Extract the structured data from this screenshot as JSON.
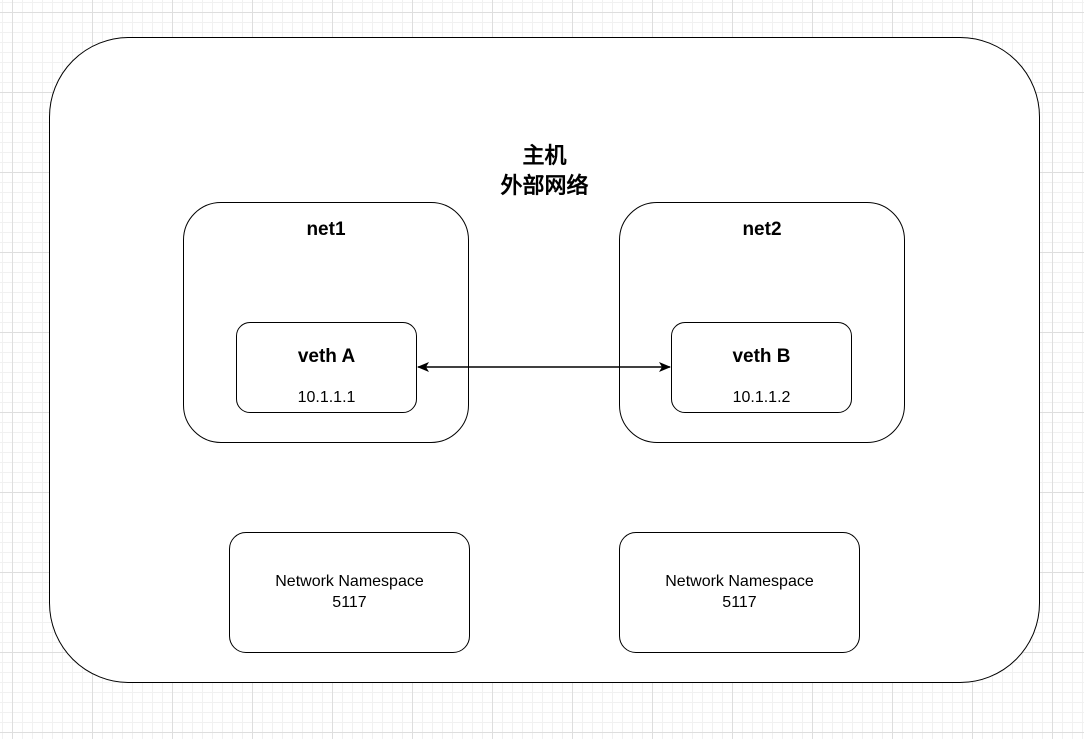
{
  "host": {
    "title_line1": "主机",
    "title_line2": "外部网络"
  },
  "net1": {
    "label": "net1",
    "veth": {
      "name": "veth A",
      "ip": "10.1.1.1"
    }
  },
  "net2": {
    "label": "net2",
    "veth": {
      "name": "veth B",
      "ip": "10.1.1.2"
    }
  },
  "namespaces": [
    {
      "title": "Network Namespace",
      "id": "5117"
    },
    {
      "title": "Network Namespace",
      "id": "5117"
    }
  ],
  "link": {
    "direction": "bidirectional",
    "from": "veth A",
    "to": "veth B"
  }
}
